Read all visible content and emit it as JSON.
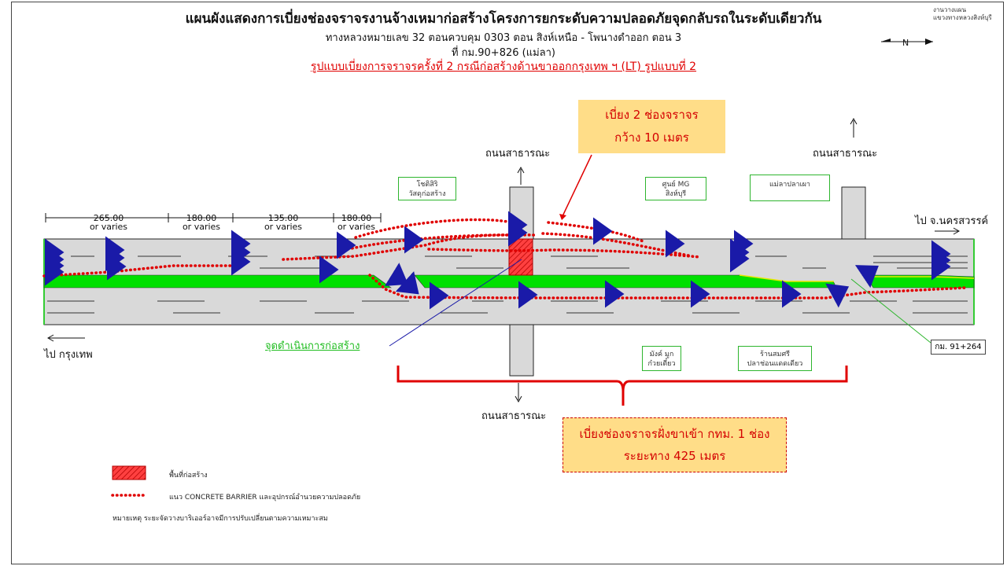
{
  "title": {
    "main": "แผนผังแสดงการเบี่ยงช่องจราจรงานจ้างเหมาก่อสร้างโครงการยกระดับความปลอดภัยจุดกลับรถในระดับเดียวกัน",
    "sub": "ทางหลวงหมายเลข 32 ตอนควบคุม 0303 ตอน สิงห์เหนือ - โพนางดำออก ตอน 3",
    "km": "ที่ กม.90+826 (แม่ลา)",
    "scheme": "รูปแบบเบี่ยงการจราจรครั้งที่ 2 กรณีก่อสร้างด้านขาออกกรุงเทพ ฯ (LT) รูปแบบที่ 2"
  },
  "corner": {
    "line1": "งานวางแผน",
    "line2": "แขวงทางหลวงสิงห์บุรี"
  },
  "north_arrow": "N",
  "callouts": {
    "top": {
      "line1": "เบี่ยง 2 ช่องจราจร",
      "line2": "กว้าง 10 เมตร"
    },
    "bottom": {
      "line1": "เบี่ยงช่องจราจรฝั่งขาเข้า กทม. 1 ช่อง",
      "line2": "ระยะทาง 425 เมตร"
    }
  },
  "roads": {
    "public_top_left": "ถนนสาธารณะ",
    "public_top_right": "ถนนสาธารณะ",
    "public_bottom": "ถนนสาธารณะ",
    "to_nakhon": "ไป จ.นครสวรรค์",
    "to_bangkok": "ไป  กรุงเทพ"
  },
  "places": {
    "chotsiri": {
      "line1": "โชติสิริ",
      "line2": "วัสดุก่อสร้าง"
    },
    "mg": {
      "line1": "ศูนย์ MG",
      "line2": "สิงห์บุรี"
    },
    "maela_fish": {
      "line1": "แม่ลาปลาเผา"
    },
    "mangmook": {
      "line1": "มังค์ มูก",
      "line2": "ก๋วยเตี๋ยว"
    },
    "somsri": {
      "line1": "ร้านสมศรี",
      "line2": "ปลาช่อนแดดเดียว"
    }
  },
  "km_marker": "กม. 91+264",
  "construction_point": "จุดดำเนินการก่อสร้าง",
  "dimensions": [
    {
      "value": "265.00",
      "note": "or varies"
    },
    {
      "value": "180.00",
      "note": "or varies"
    },
    {
      "value": "135.00",
      "note": "or varies"
    },
    {
      "value": "180.00",
      "note": "or varies"
    }
  ],
  "legend": {
    "construction_area": "พื้นที่ก่อสร้าง",
    "barrier": "แนว CONCRETE BARRIER และอุปกรณ์อำนวยความปลอดภัย",
    "note": "หมายเหตุ   ระยะจัดวางบาริเออร์อาจมีการปรับเปลี่ยนตามความเหมาะสม"
  },
  "colors": {
    "road": "#d9d9d9",
    "median": "#00e000",
    "barrier": "#e00000",
    "arrow": "#1a1aa8",
    "callout_bg": "#ffdd88",
    "callout_text": "#d40000"
  }
}
